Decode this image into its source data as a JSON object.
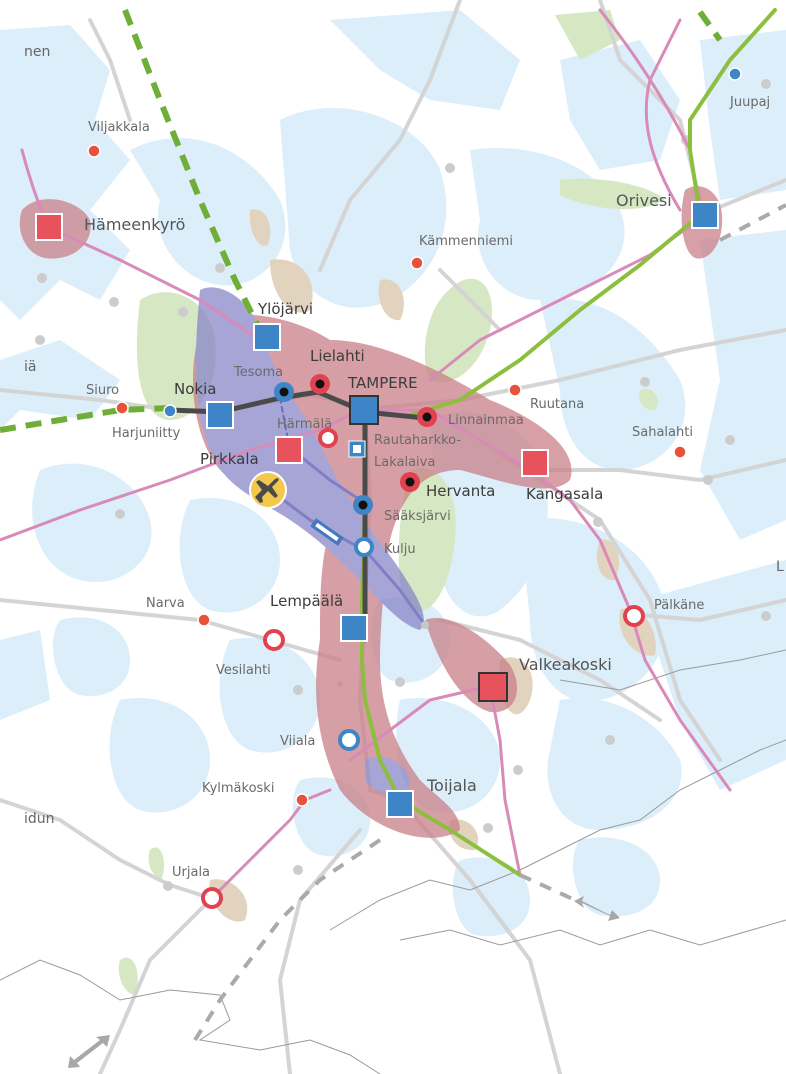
{
  "map": {
    "colors": {
      "water": "#dbeefa",
      "green": "#d6e8c3",
      "brown": "#e2d3bf",
      "zone_red": "#c98088",
      "zone_blue": "#8a86c9",
      "road": "#d4d4d4",
      "rail_pink": "#d98ab8",
      "rail_green": "#8dbf3e",
      "rail_green_dash": "#6fae37",
      "main_rail": "#4a4a4a",
      "square_blue": "#3d85c6",
      "square_red": "#e8525d",
      "dot_red": "#e8523a",
      "ring_red": "#e24250",
      "ring_blue": "#3d85c6",
      "airport": "#f2c94c"
    },
    "places": {
      "hameenkyro": "Hämeenkyrö",
      "viljakkala": "Viljakkala",
      "orivesi": "Orivesi",
      "juupajoki": "Juupaj",
      "kammenniemi": "Kämmenniemi",
      "ylojarvi": "Ylöjärvi",
      "lielahti": "Lielahti",
      "tesoma": "Tesoma",
      "tampere": "TAMPERE",
      "nokia": "Nokia",
      "siuro": "Siuro",
      "harjuniitty": "Harjuniitty",
      "harmala": "Härmälä",
      "rautaharkko": "Rautaharkko-",
      "lakalaiva": "Lakalaiva",
      "linnainmaa": "Linnainmaa",
      "ruutana": "Ruutana",
      "sahalahti": "Sahalahti",
      "pirkkala": "Pirkkala",
      "hervanta": "Hervanta",
      "kangasala": "Kangasala",
      "saaksjarvi": "Sääksjärvi",
      "kulju": "Kulju",
      "narva": "Narva",
      "lempaala": "Lempäälä",
      "palkane": "Pälkäne",
      "vesilahti": "Vesilahti",
      "valkeakoski": "Valkeakoski",
      "viiala": "Viiala",
      "kylmakoski": "Kylmäkoski",
      "toijala": "Toijala",
      "urjala": "Urjala",
      "edge_nen": "nen",
      "edge_ia": "iä",
      "edge_idun": "idun",
      "edge_l": "L"
    },
    "icons": {
      "hub_city": "square-blue-icon",
      "regional_center": "square-red-icon",
      "station_existing": "ring-icon",
      "station_planned": "dot-icon",
      "airport": "airplane-icon",
      "continuation": "double-arrow-icon"
    }
  }
}
